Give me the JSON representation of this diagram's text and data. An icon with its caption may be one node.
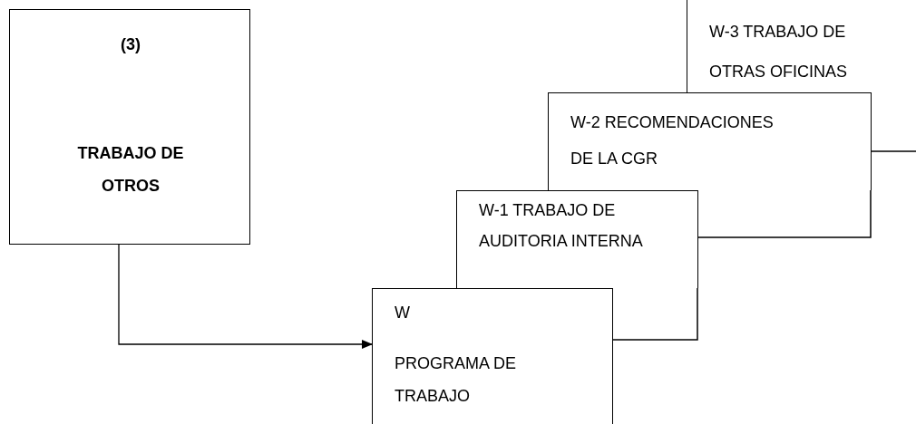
{
  "diagram": {
    "nodes": [
      {
        "text": [
          "(3)",
          "TRABAJO DE OTROS"
        ]
      },
      {
        "text": [
          "W-3 TRABAJO DE OTRAS OFICINAS"
        ]
      },
      {
        "text": [
          "W-2  RECOMENDACIONES DE LA CGR"
        ]
      },
      {
        "text": [
          "W-1 TRABAJO DE AUDITORIA INTERNA"
        ]
      },
      {
        "text": [
          "W",
          "PROGRAMA DE TRABAJO"
        ]
      }
    ],
    "edges": [
      {
        "from": 0,
        "to": 4,
        "arrow": "to"
      }
    ]
  }
}
